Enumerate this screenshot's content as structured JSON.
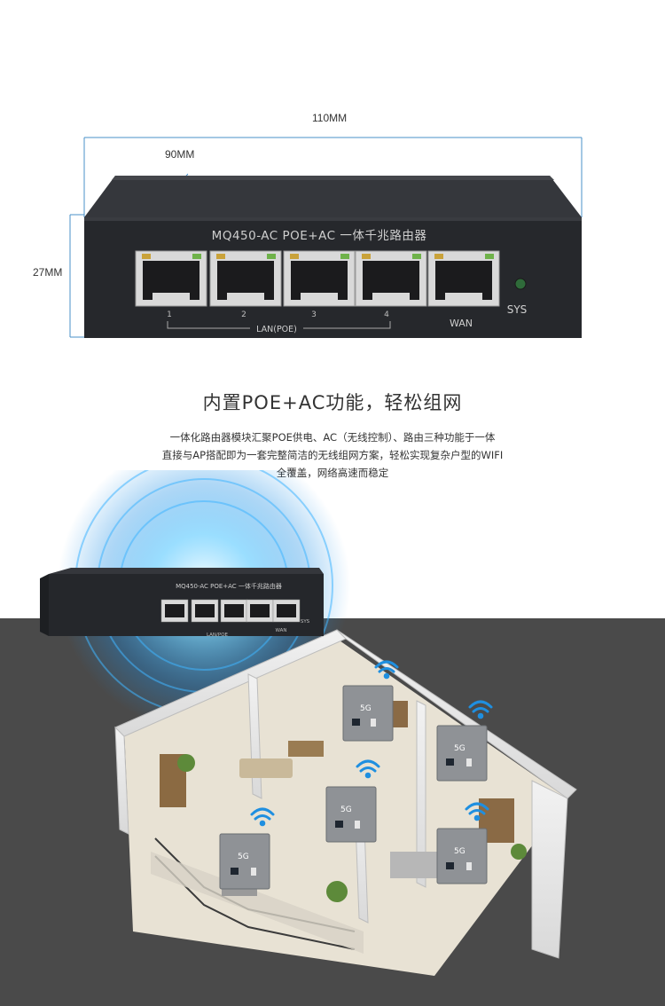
{
  "dimensions": {
    "width_label": "110MM",
    "depth_label": "90MM",
    "height_label": "27MM"
  },
  "router": {
    "model_label": "MQ450-AC POE+AC 一体千兆路由器",
    "port_numbers": [
      "1",
      "2",
      "3",
      "4"
    ],
    "lan_label": "LAN(POE)",
    "wan_label": "WAN",
    "sys_label": "SYS"
  },
  "feature": {
    "headline": "内置POE+AC功能，轻松组网",
    "description_lines": [
      "一体化路由器模块汇聚POE供电、AC（无线控制）、路由三种功能于一体",
      "直接与AP搭配即为一套完整简洁的无线组网方案，轻松实现复杂户型的WIFI",
      "全覆盖，网络高速而稳定"
    ]
  },
  "illustration": {
    "small_router_label": "MQ450-AC POE+AC 一体千兆路由器",
    "small_lan_label": "LAN/POE",
    "small_wan_label": "WAN",
    "small_sys_label": "SYS",
    "panel_brand_mark": "5G",
    "access_point_count": 5
  },
  "colors": {
    "dimension_line": "#4a90c8",
    "router_body": "#2b2d31",
    "router_face": "#25272b",
    "port_metal": "#d8d8d8",
    "glow": "#2aa8ff",
    "scene_bg": "#4a4a4a",
    "wifi_blue": "#1f8fe0"
  }
}
